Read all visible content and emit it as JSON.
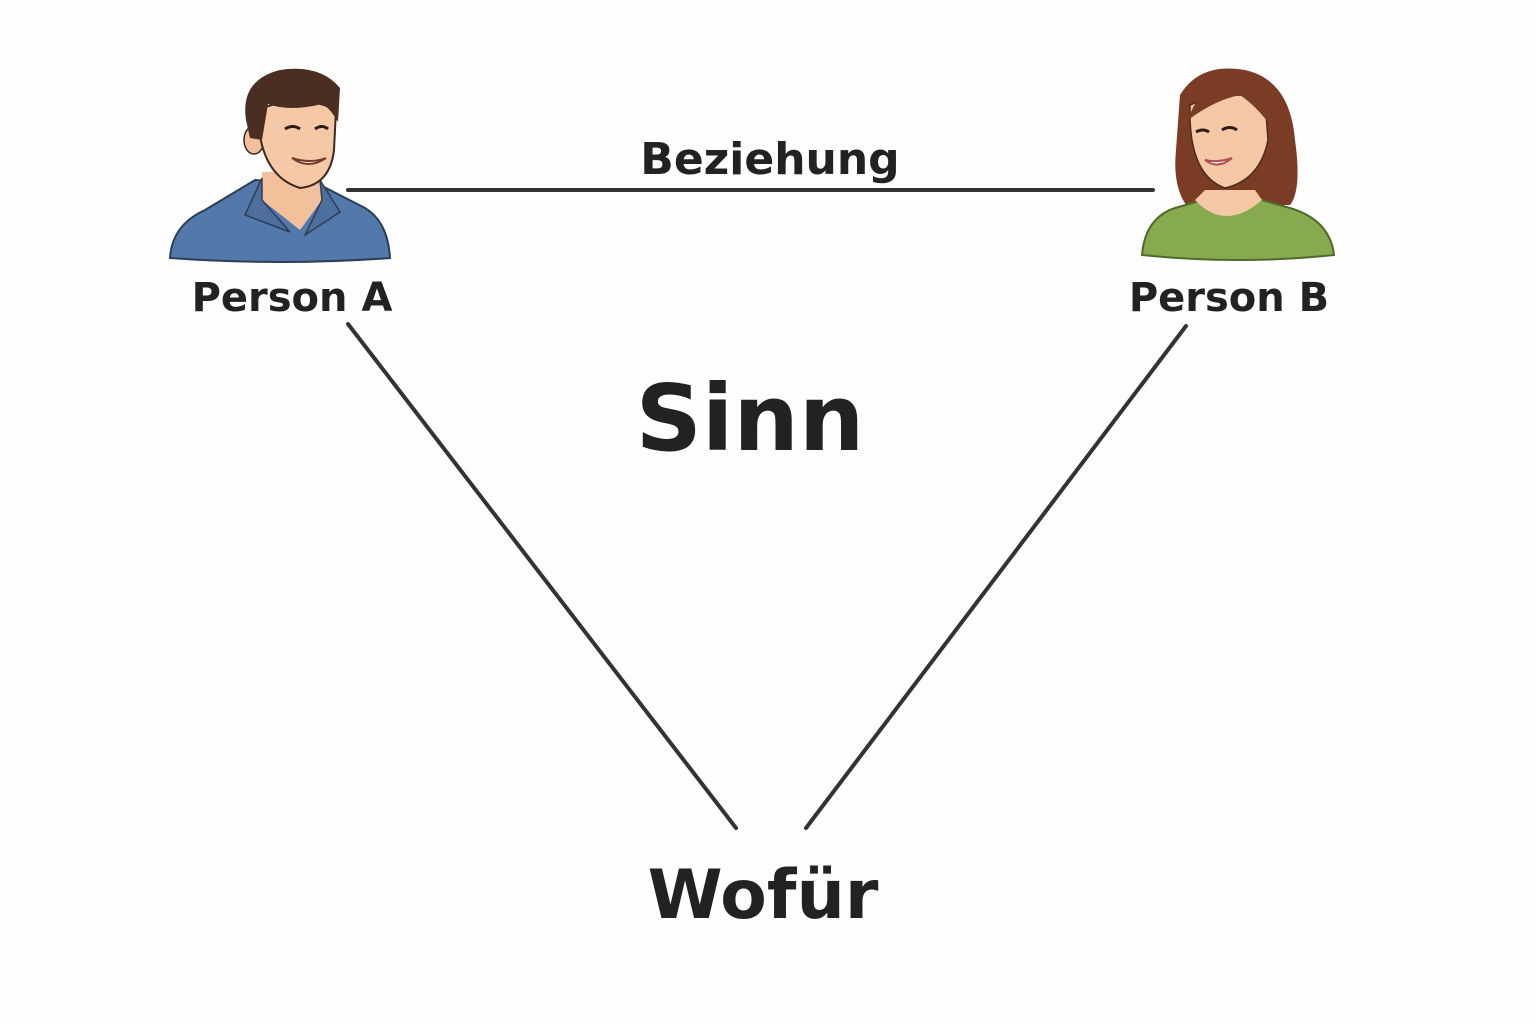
{
  "diagram": {
    "relationship_label": "Beziehung",
    "center_label": "Sinn",
    "bottom_label": "Wofür",
    "person_a": {
      "label": "Person A",
      "icon": "man-avatar-icon"
    },
    "person_b": {
      "label": "Person B",
      "icon": "woman-avatar-icon"
    }
  },
  "colors": {
    "line": "#333333",
    "text": "#222222",
    "shirt_a": "#5378aa",
    "shirt_b": "#88aa4f",
    "hair_a": "#4a2e22",
    "hair_b": "#7a3c24",
    "skin": "#f6c9a6"
  }
}
